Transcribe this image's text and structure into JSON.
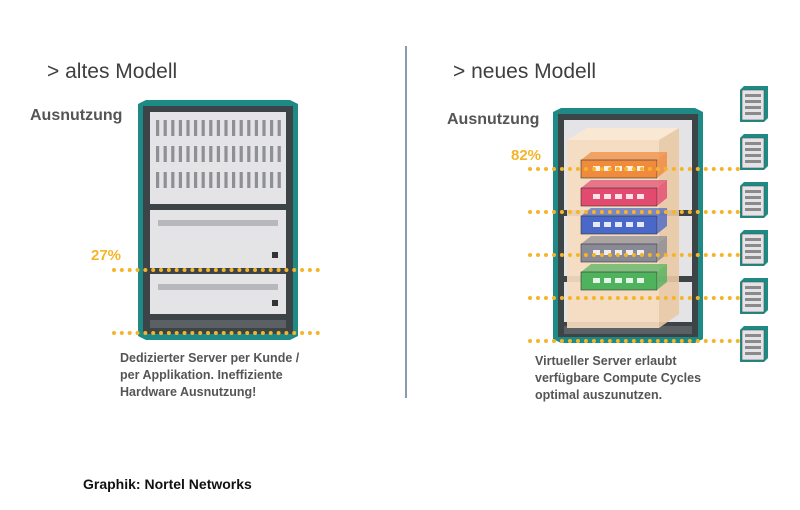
{
  "left": {
    "heading": "> altes Modell",
    "utilization_label": "Ausnutzung",
    "utilization_value": "27%",
    "utilization_fraction": 0.27,
    "description": [
      "Dedizierter Server per Kunde /",
      "per Applikation. Ineffiziente",
      "Hardware Ausnutzung!"
    ]
  },
  "right": {
    "heading": "> neues Modell",
    "utilization_label": "Ausnutzung",
    "utilization_value": "82%",
    "utilization_fraction": 0.82,
    "description": [
      "Virtueller Server erlaubt",
      "verfügbare Compute Cycles",
      "optimal auszunutzen."
    ],
    "small_server_count": 6
  },
  "credit": "Graphik: Nortel Networks",
  "colors": {
    "accent": "#f5b52a",
    "rack_frame": "#1e8a86",
    "rack_body": "#3d4448",
    "rack_panel": "#e4e4e6",
    "virtual_layers": [
      "#f08a3c",
      "#e34a70",
      "#4a68c8",
      "#8a8a96",
      "#4fb25c"
    ]
  }
}
